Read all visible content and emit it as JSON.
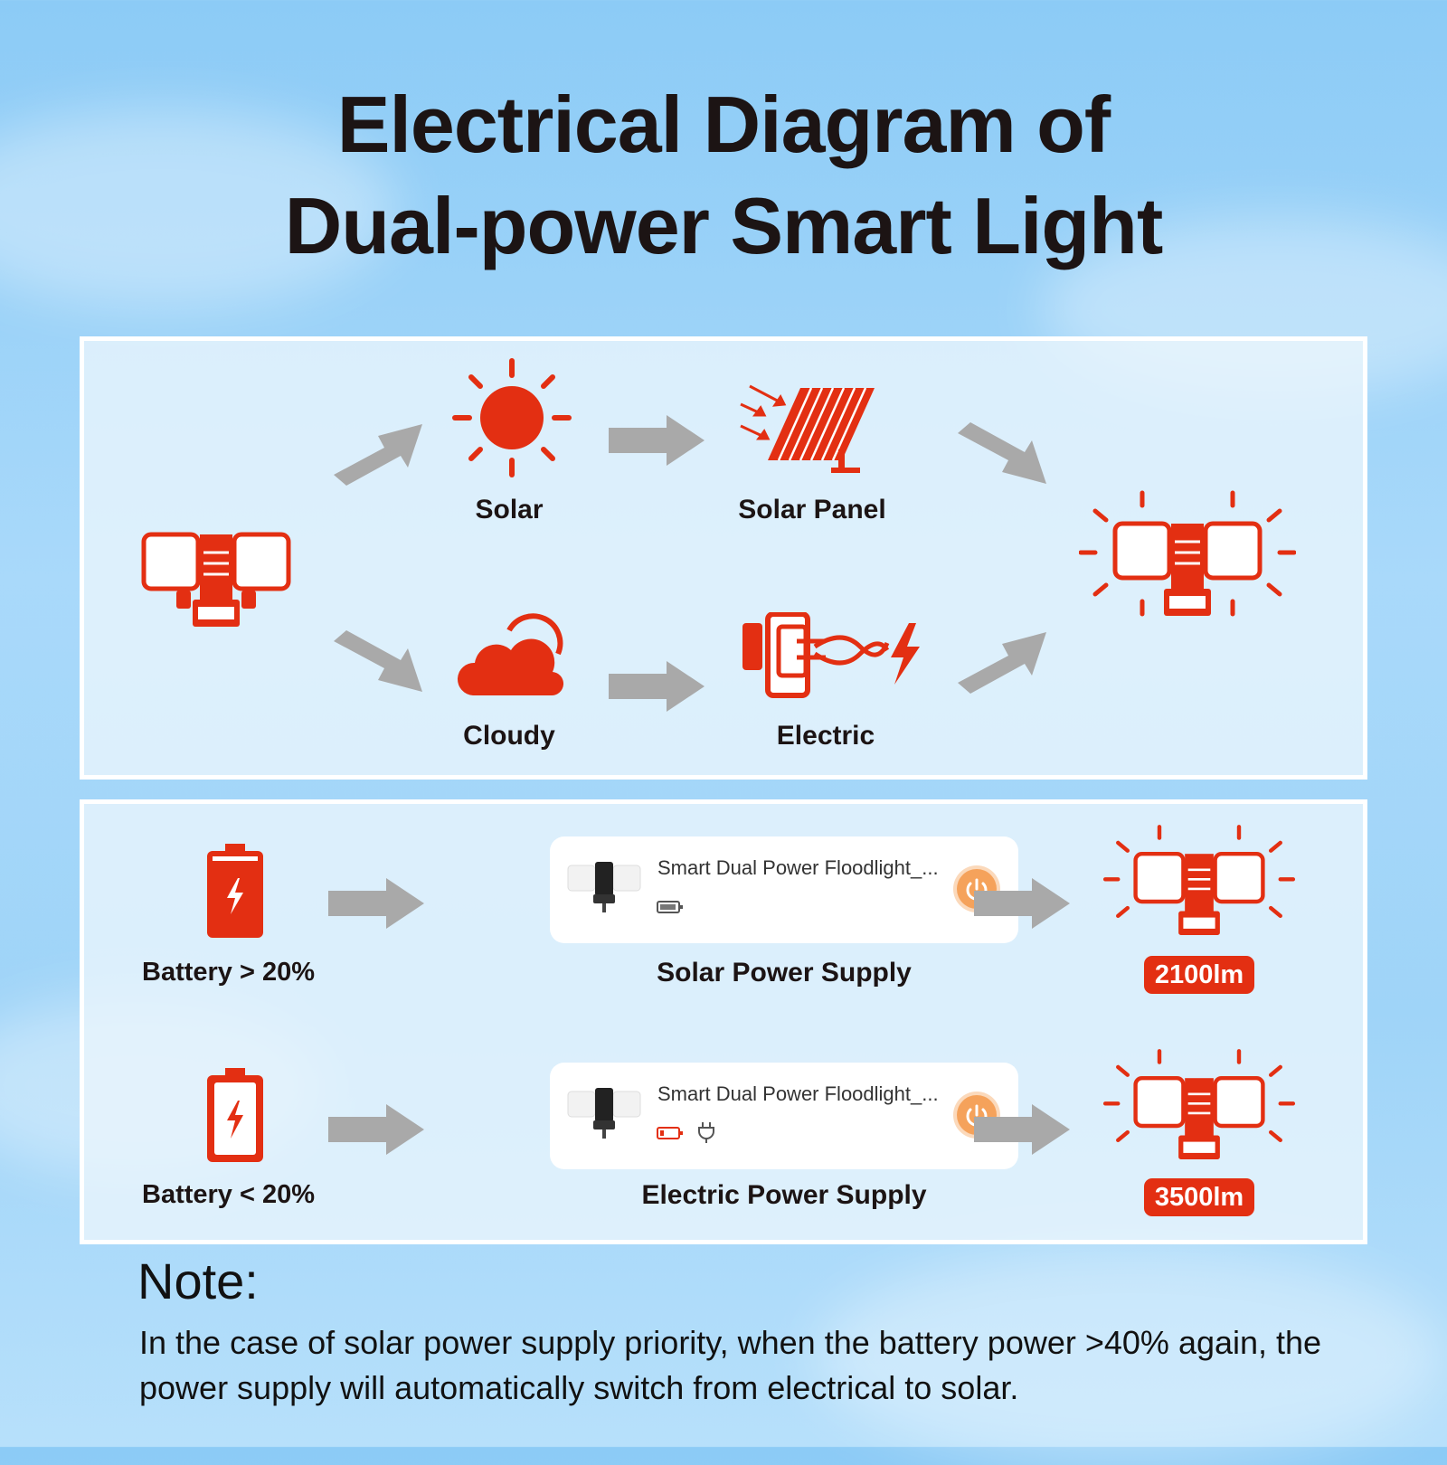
{
  "title": {
    "line1": "Electrical Diagram of",
    "line2": "Dual-power Smart Light"
  },
  "flow": {
    "solar_label": "Solar",
    "solar_panel_label": "Solar Panel",
    "cloudy_label": "Cloudy",
    "electric_label": "Electric"
  },
  "modes": [
    {
      "battery_label": "Battery > 20%",
      "device_name": "Smart Dual Power Floodlight_...",
      "supply_label": "Solar Power Supply",
      "lumens": "2100lm"
    },
    {
      "battery_label": "Battery < 20%",
      "device_name": "Smart Dual Power Floodlight_...",
      "supply_label": "Electric Power Supply",
      "lumens": "3500lm"
    }
  ],
  "note": {
    "title": "Note:",
    "text": "In the case of solar power supply priority, when the battery power >40% again, the power supply will automatically switch from electrical to solar."
  },
  "colors": {
    "accent": "#e32f12",
    "arrow": "#a9a9a9",
    "power_button": "#f5a25b",
    "text": "#1c1414"
  }
}
